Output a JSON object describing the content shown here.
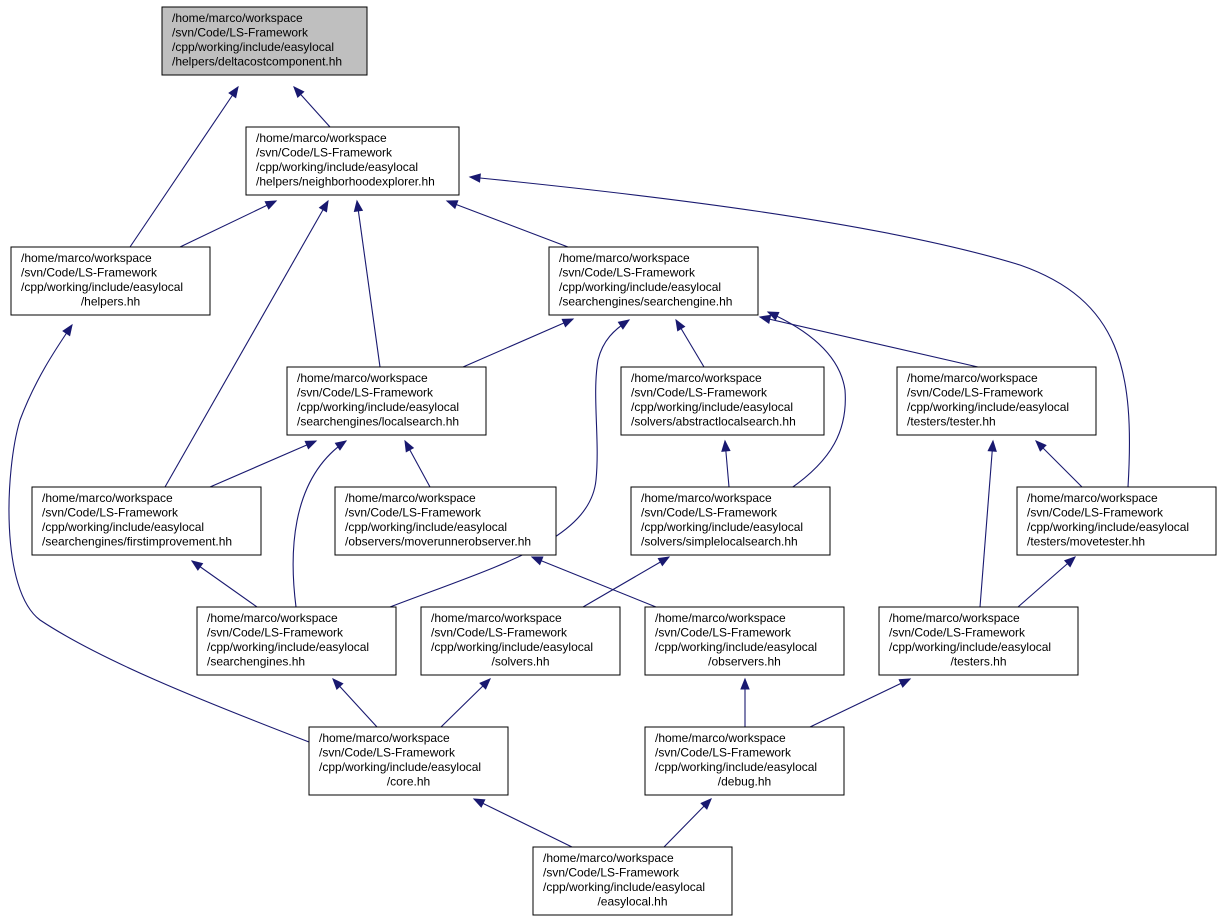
{
  "graph": {
    "colors": {
      "edge": "#191970",
      "node_border": "#000000",
      "node_fill": "#ffffff",
      "root_fill": "#bfbfbf"
    },
    "nodes": [
      {
        "id": "deltacost",
        "root": true,
        "lines": [
          "/home/marco/workspace",
          "/svn/Code/LS-Framework",
          "/cpp/working/include/easylocal",
          "/helpers/deltacostcomponent.hh"
        ]
      },
      {
        "id": "neighborhoodexplorer",
        "lines": [
          "/home/marco/workspace",
          "/svn/Code/LS-Framework",
          "/cpp/working/include/easylocal",
          "/helpers/neighborhoodexplorer.hh"
        ]
      },
      {
        "id": "helpers",
        "lines": [
          "/home/marco/workspace",
          "/svn/Code/LS-Framework",
          "/cpp/working/include/easylocal",
          "/helpers.hh"
        ]
      },
      {
        "id": "searchengine",
        "lines": [
          "/home/marco/workspace",
          "/svn/Code/LS-Framework",
          "/cpp/working/include/easylocal",
          "/searchengines/searchengine.hh"
        ]
      },
      {
        "id": "localsearch",
        "lines": [
          "/home/marco/workspace",
          "/svn/Code/LS-Framework",
          "/cpp/working/include/easylocal",
          "/searchengines/localsearch.hh"
        ]
      },
      {
        "id": "abstractlocalsearch",
        "lines": [
          "/home/marco/workspace",
          "/svn/Code/LS-Framework",
          "/cpp/working/include/easylocal",
          "/solvers/abstractlocalsearch.hh"
        ]
      },
      {
        "id": "tester",
        "lines": [
          "/home/marco/workspace",
          "/svn/Code/LS-Framework",
          "/cpp/working/include/easylocal",
          "/testers/tester.hh"
        ]
      },
      {
        "id": "firstimprovement",
        "lines": [
          "/home/marco/workspace",
          "/svn/Code/LS-Framework",
          "/cpp/working/include/easylocal",
          "/searchengines/firstimprovement.hh"
        ]
      },
      {
        "id": "moverunnerobserver",
        "lines": [
          "/home/marco/workspace",
          "/svn/Code/LS-Framework",
          "/cpp/working/include/easylocal",
          "/observers/moverunnerobserver.hh"
        ]
      },
      {
        "id": "simplelocalsearch",
        "lines": [
          "/home/marco/workspace",
          "/svn/Code/LS-Framework",
          "/cpp/working/include/easylocal",
          "/solvers/simplelocalsearch.hh"
        ]
      },
      {
        "id": "movetester",
        "lines": [
          "/home/marco/workspace",
          "/svn/Code/LS-Framework",
          "/cpp/working/include/easylocal",
          "/testers/movetester.hh"
        ]
      },
      {
        "id": "searchengines",
        "lines": [
          "/home/marco/workspace",
          "/svn/Code/LS-Framework",
          "/cpp/working/include/easylocal",
          "/searchengines.hh"
        ]
      },
      {
        "id": "solvers",
        "lines": [
          "/home/marco/workspace",
          "/svn/Code/LS-Framework",
          "/cpp/working/include/easylocal",
          "/solvers.hh"
        ]
      },
      {
        "id": "observers",
        "lines": [
          "/home/marco/workspace",
          "/svn/Code/LS-Framework",
          "/cpp/working/include/easylocal",
          "/observers.hh"
        ]
      },
      {
        "id": "testers",
        "lines": [
          "/home/marco/workspace",
          "/svn/Code/LS-Framework",
          "/cpp/working/include/easylocal",
          "/testers.hh"
        ]
      },
      {
        "id": "core",
        "lines": [
          "/home/marco/workspace",
          "/svn/Code/LS-Framework",
          "/cpp/working/include/easylocal",
          "/core.hh"
        ]
      },
      {
        "id": "debug",
        "lines": [
          "/home/marco/workspace",
          "/svn/Code/LS-Framework",
          "/cpp/working/include/easylocal",
          "/debug.hh"
        ]
      },
      {
        "id": "easylocal",
        "lines": [
          "/home/marco/workspace",
          "/svn/Code/LS-Framework",
          "/cpp/working/include/easylocal",
          "/easylocal.hh"
        ]
      }
    ],
    "edges": [
      {
        "from": "neighborhoodexplorer",
        "to": "deltacost"
      },
      {
        "from": "helpers",
        "to": "deltacost"
      },
      {
        "from": "helpers",
        "to": "neighborhoodexplorer"
      },
      {
        "from": "firstimprovement",
        "to": "neighborhoodexplorer"
      },
      {
        "from": "localsearch",
        "to": "neighborhoodexplorer"
      },
      {
        "from": "searchengine",
        "to": "neighborhoodexplorer"
      },
      {
        "from": "movetester",
        "to": "neighborhoodexplorer"
      },
      {
        "from": "core",
        "to": "helpers"
      },
      {
        "from": "localsearch",
        "to": "searchengine"
      },
      {
        "from": "searchengines",
        "to": "searchengine"
      },
      {
        "from": "abstractlocalsearch",
        "to": "searchengine"
      },
      {
        "from": "simplelocalsearch",
        "to": "searchengine"
      },
      {
        "from": "tester",
        "to": "searchengine"
      },
      {
        "from": "firstimprovement",
        "to": "localsearch"
      },
      {
        "from": "searchengines",
        "to": "localsearch"
      },
      {
        "from": "moverunnerobserver",
        "to": "localsearch"
      },
      {
        "from": "simplelocalsearch",
        "to": "abstractlocalsearch"
      },
      {
        "from": "testers",
        "to": "tester"
      },
      {
        "from": "movetester",
        "to": "tester"
      },
      {
        "from": "searchengines",
        "to": "firstimprovement"
      },
      {
        "from": "observers",
        "to": "moverunnerobserver"
      },
      {
        "from": "solvers",
        "to": "simplelocalsearch"
      },
      {
        "from": "testers",
        "to": "movetester"
      },
      {
        "from": "core",
        "to": "searchengines"
      },
      {
        "from": "core",
        "to": "solvers"
      },
      {
        "from": "debug",
        "to": "observers"
      },
      {
        "from": "debug",
        "to": "testers"
      },
      {
        "from": "easylocal",
        "to": "core"
      },
      {
        "from": "easylocal",
        "to": "debug"
      }
    ]
  }
}
